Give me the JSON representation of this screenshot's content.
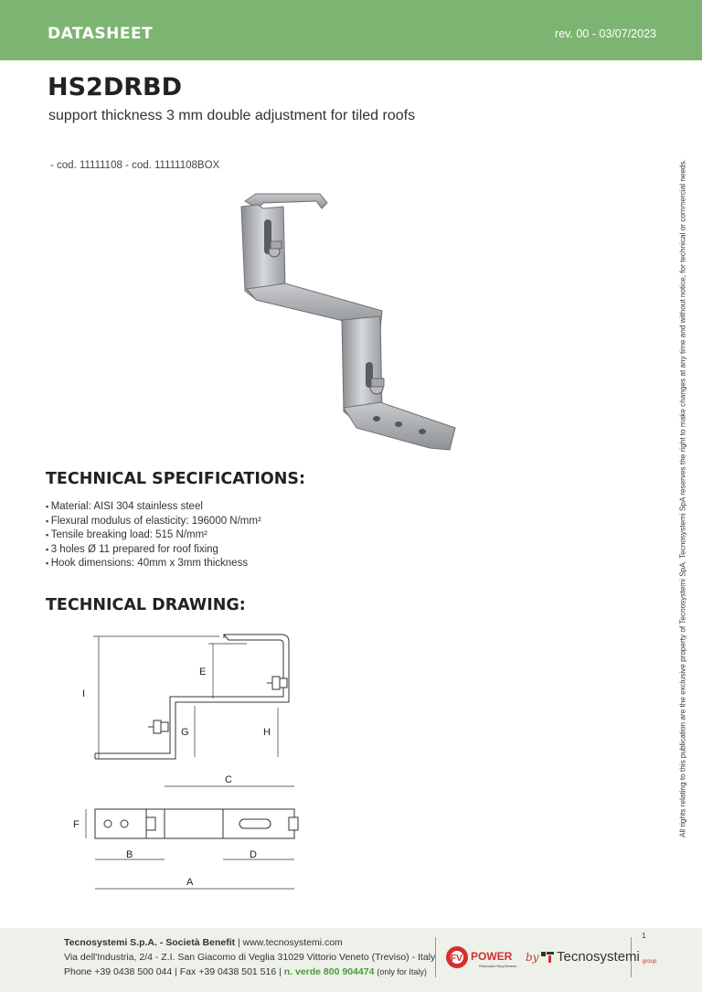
{
  "header": {
    "title": "DATASHEET",
    "revision": "rev. 00 - 03/07/2023"
  },
  "product": {
    "name": "HS2DRBD",
    "subtitle": "support thickness 3 mm double adjustment for tiled roofs",
    "codes": "- cod. 11111108 - cod. 11111108BOX"
  },
  "specs": {
    "heading": "TECHNICAL SPECIFICATIONS:",
    "items": [
      "Material: AISI 304 stainless steel",
      "Flexural modulus of elasticity: 196000 N/mm²",
      "Tensile breaking load: 515 N/mm²",
      "3 holes Ø 11 prepared for roof fixing",
      "Hook dimensions: 40mm x 3mm thickness"
    ]
  },
  "drawing": {
    "heading": "TECHNICAL DRAWING:",
    "labels": {
      "a": "A",
      "b": "B",
      "c": "C",
      "d": "D",
      "e": "E",
      "f": "F",
      "g": "G",
      "h": "H",
      "i": "I"
    }
  },
  "side_note": "All rights relating to this publication are the exclusive property of Tecnosystemi SpA. Tecnosystemi SpA reserves the right to make changes at any time and without notice, for technical or commercial needs.",
  "footer": {
    "company": "Tecnosystemi S.p.A. - Società Benefit",
    "website": "| www.tecnosystemi.com",
    "address": "Via dell'Industria, 2/4 - Z.I. San Giacomo di Veglia  31029 Vittorio Veneto (Treviso) - Italy",
    "phone": "Phone +39 0438 500 044  |  Fax +39 0438 501 516  |",
    "green_number": "n. verde 800 904474",
    "green_note": "(only for Italy)",
    "page_number": "1"
  },
  "logos": {
    "fv_text": "FV",
    "power_text": "POWER",
    "fv_sub": "Photovoltaic Fixing Elements",
    "by": "by",
    "tecno_name": "Tecnosystemi",
    "tecno_sub": "group"
  },
  "colors": {
    "header_green": "#7cb571",
    "footer_bg": "#eef1ea",
    "accent_red": "#c0392b",
    "green_text": "#4a9a3a"
  }
}
